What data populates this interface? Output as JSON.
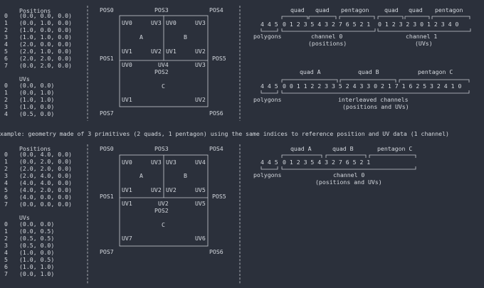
{
  "caption": "xample: geometry made of 3 primitives (2 quads, 1 pentagon) using the same indices to reference position and UV data (1 channel)",
  "top": {
    "positions_title": "Positions",
    "positions": [
      [
        "0",
        "(0.0, 0.0, 0.0)"
      ],
      [
        "1",
        "(0.0, 1.0, 0.0)"
      ],
      [
        "2",
        "(1.0, 0.0, 0.0)"
      ],
      [
        "3",
        "(1.0, 1.0, 0.0)"
      ],
      [
        "4",
        "(2.0, 0.0, 0.0)"
      ],
      [
        "5",
        "(2.0, 1.0, 0.0)"
      ],
      [
        "6",
        "(2.0, 2.0, 0.0)"
      ],
      [
        "7",
        "(0.0, 2.0, 0.0)"
      ]
    ],
    "uvs_title": "UVs",
    "uvs": [
      [
        "0",
        "(0.0, 0.0)"
      ],
      [
        "1",
        "(0.0, 1.0)"
      ],
      [
        "2",
        "(1.0, 1.0)"
      ],
      [
        "3",
        "(1.0, 0.0)"
      ],
      [
        "4",
        "(0.5, 0.0)"
      ]
    ],
    "pos_labels": {
      "pos0": "POS0",
      "pos3": "POS3",
      "pos4": "POS4",
      "pos1": "POS1",
      "pos5": "POS5",
      "pos2": "POS2",
      "pos7": "POS7",
      "pos6": "POS6"
    },
    "face_a": "A",
    "face_b": "B",
    "face_c": "C",
    "uv_labels": {
      "a_tl": "UV0",
      "a_tr": "UV3",
      "b_tl": "UV0",
      "b_tr": "UV3",
      "a_bl": "UV1",
      "a_br": "UV2",
      "b_bl": "UV1",
      "b_br": "UV2",
      "c_tl": "UV0",
      "c_tm": "UV4",
      "c_tr": "UV3",
      "c_bl": "UV1",
      "c_br": "UV2"
    },
    "row1": {
      "group_labels": [
        "quad",
        "quad",
        "pentagon",
        "quad",
        "quad",
        "pentagon"
      ],
      "polygon_counts": "4 4 5",
      "channel0_indices": "0 1 2 3 5 4 3 2 7 6 5 2 1",
      "channel1_indices": "0 1 2 3 2 3 0 1 2 3 4 0",
      "polygons_label": "polygons",
      "channel0_label": "channel 0",
      "channel0_sub": "(positions)",
      "channel1_label": "channel 1",
      "channel1_sub": "(UVs)"
    },
    "row2": {
      "group_labels": [
        "quad A",
        "quad B",
        "pentagon C"
      ],
      "polygon_counts": "4 4 5",
      "indices": "0 0 1 1 2 2 3 3 5 2 4 3 3 0 2 1 7 1 6 2 5 3 2 4 1 0",
      "polygons_label": "polygons",
      "label": "interleaved  channels",
      "sub": "(positions and UVs)"
    }
  },
  "bottom": {
    "positions_title": "Positions",
    "positions": [
      [
        "0",
        "(0.0, 4.0, 0.0)"
      ],
      [
        "1",
        "(0.0, 2.0, 0.0)"
      ],
      [
        "2",
        "(2.0, 2.0, 0.0)"
      ],
      [
        "3",
        "(2.0, 4.0, 0.0)"
      ],
      [
        "4",
        "(4.0, 4.0, 0.0)"
      ],
      [
        "5",
        "(4.0, 2.0, 0.0)"
      ],
      [
        "6",
        "(4.0, 0.0, 0.0)"
      ],
      [
        "7",
        "(0.0, 0.0, 0.0)"
      ]
    ],
    "uvs_title": "UVs",
    "uvs": [
      [
        "0",
        "(0.0, 0.0)"
      ],
      [
        "1",
        "(0.0, 0.5)"
      ],
      [
        "2",
        "(0.5, 0.5)"
      ],
      [
        "3",
        "(0.5, 0.0)"
      ],
      [
        "4",
        "(1.0, 0.0)"
      ],
      [
        "5",
        "(1.0, 0.5)"
      ],
      [
        "6",
        "(1.0, 1.0)"
      ],
      [
        "7",
        "(0.0, 1.0)"
      ]
    ],
    "pos_labels": {
      "pos0": "POS0",
      "pos3": "POS3",
      "pos4": "POS4",
      "pos1": "POS1",
      "pos5": "POS5",
      "pos2": "POS2",
      "pos7": "POS7",
      "pos6": "POS6"
    },
    "face_a": "A",
    "face_b": "B",
    "face_c": "C",
    "uv_labels": {
      "a_tl": "UV0",
      "a_tr": "UV3",
      "b_tl": "UV3",
      "b_tr": "UV4",
      "a_bl": "UV1",
      "a_br": "UV2",
      "b_bl": "UV2",
      "b_br": "UV5",
      "c_tl": "UV1",
      "c_tm": "UV2",
      "c_tr": "UV5",
      "c_bl": "UV7",
      "c_br": "UV6"
    },
    "row1": {
      "group_labels": [
        "quad A",
        "quad B",
        "pentagon C"
      ],
      "polygon_counts": "4 4 5",
      "indices": "0 1 2 3  5 4 3 2  7 6 5 2 1",
      "polygons_label": "polygons",
      "channel0_label": "channel 0",
      "channel0_sub": "(positions and UVs)"
    }
  }
}
